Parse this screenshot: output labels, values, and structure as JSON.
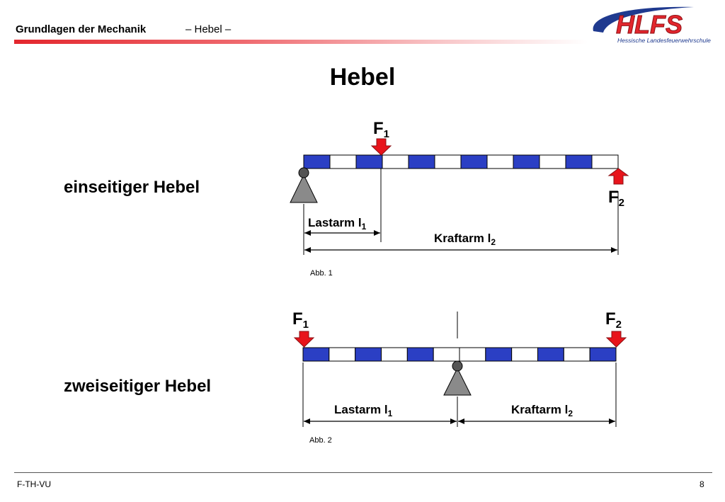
{
  "header": {
    "title": "Grundlagen der Mechanik",
    "subtitle": "– Hebel –"
  },
  "logo": {
    "name": "HLFS",
    "tagline": "Hessische Landesfeuerwehrschule",
    "color_red": "#e3262d",
    "color_blue": "#1f3a8f"
  },
  "title": "Hebel",
  "diagram1": {
    "label": "einseitiger Hebel",
    "force1": "F",
    "force1_sub": "1",
    "force2": "F",
    "force2_sub": "2",
    "arm1": "Lastarm l",
    "arm1_sub": "1",
    "arm2": "Kraftarm l",
    "arm2_sub": "2",
    "caption": "Abb. 1"
  },
  "diagram2": {
    "label": "zweiseitiger Hebel",
    "force1": "F",
    "force1_sub": "1",
    "force2": "F",
    "force2_sub": "2",
    "arm1": "Lastarm l",
    "arm1_sub": "1",
    "arm2": "Kraftarm l",
    "arm2_sub": "2",
    "caption": "Abb. 2"
  },
  "colors": {
    "segment_blue": "#2b3fc4",
    "arrow_red": "#e8141b",
    "fulcrum_gray": "#8a8a8a",
    "pivot_dark": "#555555"
  },
  "footer": {
    "left": "F-TH-VU",
    "page": "8"
  }
}
